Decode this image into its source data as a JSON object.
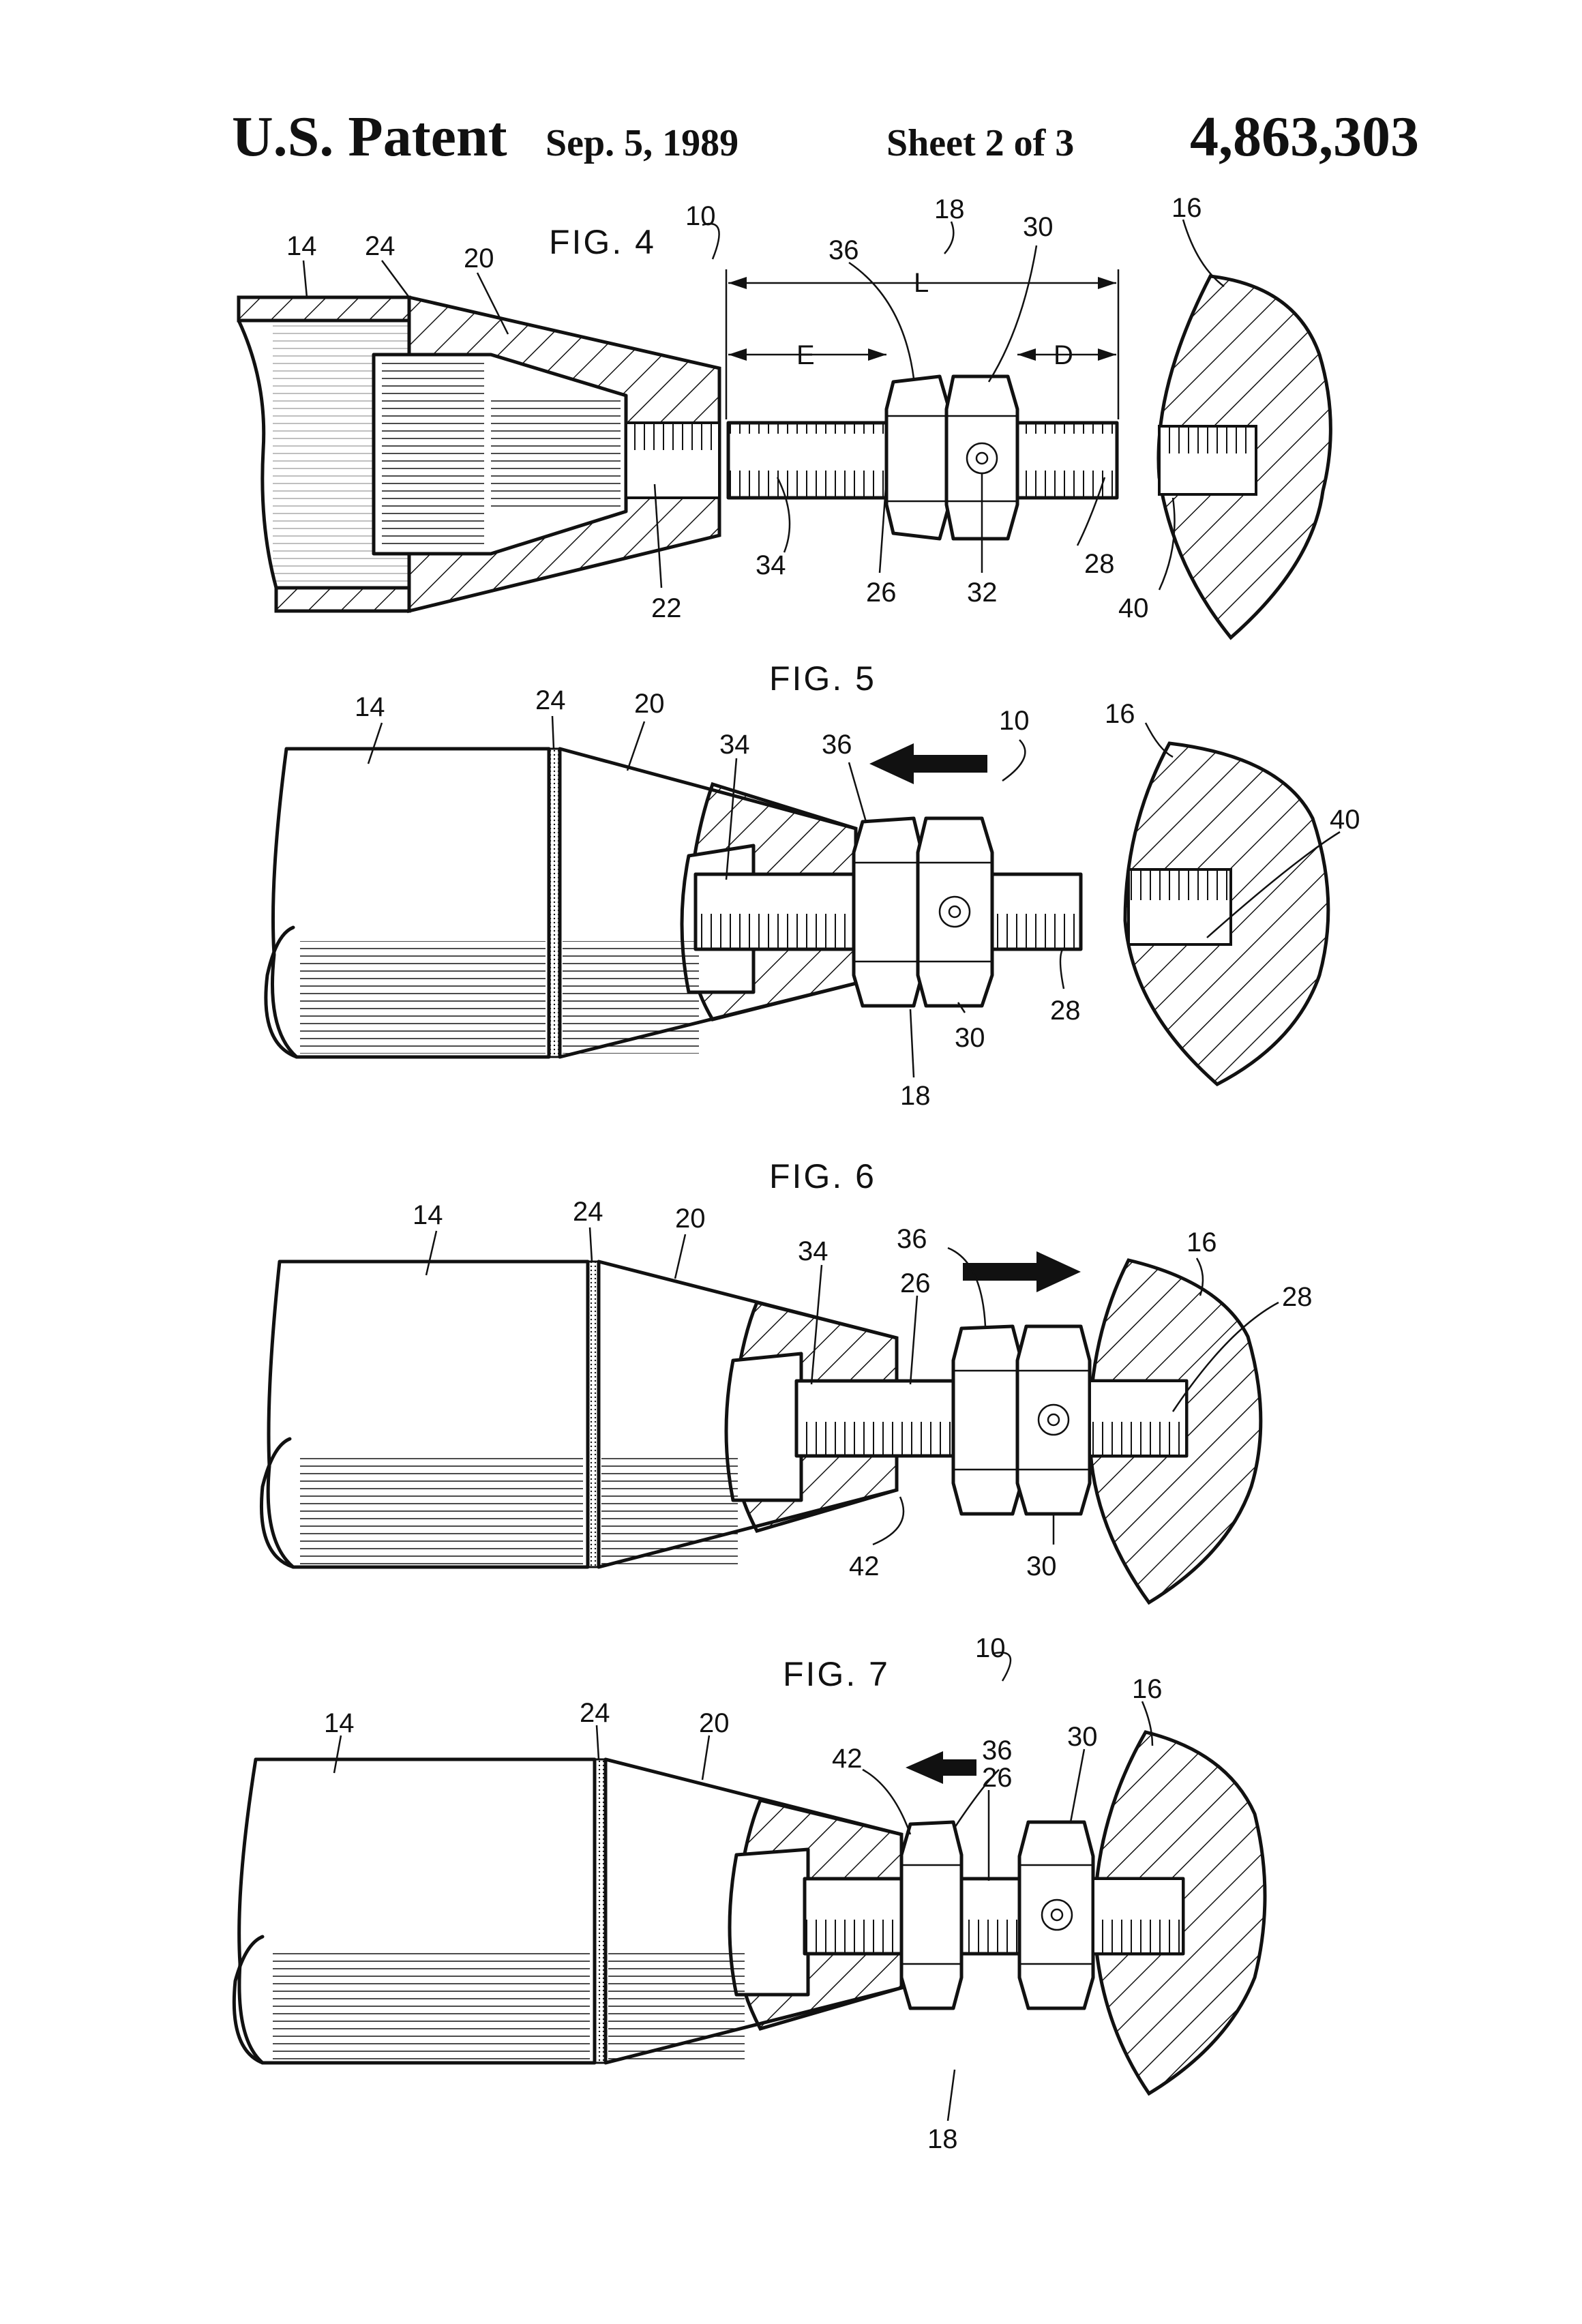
{
  "header": {
    "left": "U.S. Patent",
    "date": "Sep. 5, 1989",
    "sheet": "Sheet 2 of 3",
    "number": "4,863,303"
  },
  "figures": [
    {
      "title": "FIG. 4",
      "labels": [
        "14",
        "24",
        "20",
        "10",
        "18",
        "36",
        "30",
        "16",
        "L",
        "E",
        "D",
        "22",
        "34",
        "26",
        "32",
        "28",
        "40"
      ]
    },
    {
      "title": "FIG. 5",
      "labels": [
        "14",
        "24",
        "20",
        "34",
        "36",
        "10",
        "16",
        "40",
        "28",
        "30",
        "18"
      ]
    },
    {
      "title": "FIG. 6",
      "labels": [
        "14",
        "24",
        "20",
        "34",
        "36",
        "26",
        "16",
        "28",
        "42",
        "30"
      ]
    },
    {
      "title": "FIG. 7",
      "labels": [
        "10",
        "16",
        "14",
        "24",
        "20",
        "42",
        "36",
        "30",
        "26",
        "18"
      ]
    }
  ]
}
